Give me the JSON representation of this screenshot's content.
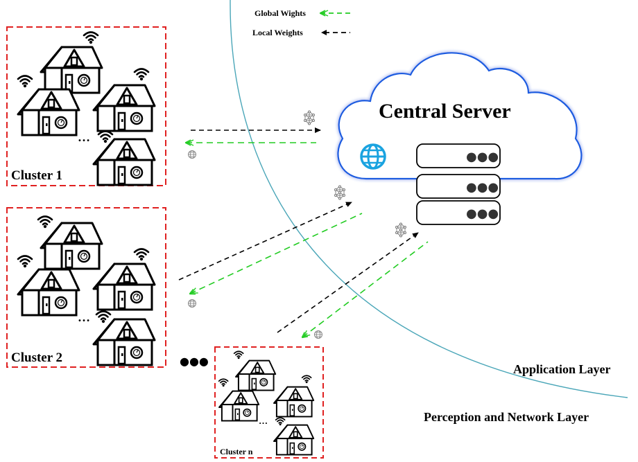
{
  "legend": {
    "global_label": "Global Wights",
    "local_label": "Local Weights",
    "global_color": "#22cc22",
    "local_color": "#000000"
  },
  "server": {
    "title": "Central Server",
    "cloud_color": "#1a5be0",
    "globe_color": "#1aa3e0",
    "rack_units": 3,
    "dots_label": "●●●"
  },
  "layers": {
    "application": "Application Layer",
    "perception": "Perception and Network Layer",
    "boundary_color": "#4aa6b8"
  },
  "clusters": [
    {
      "label": "Cluster 1",
      "ellipsis": "…",
      "border_color": "#e02020"
    },
    {
      "label": "Cluster 2",
      "ellipsis": "…",
      "border_color": "#e02020"
    },
    {
      "label": "Cluster n",
      "ellipsis": "…",
      "border_color": "#e02020"
    }
  ],
  "between_clusters_ellipsis": "●●●",
  "icons": {
    "neural_net": "neural-network-icon",
    "globe": "globe-icon",
    "house": "smart-house-icon",
    "wifi": "wifi-icon",
    "meter": "meter-icon"
  }
}
